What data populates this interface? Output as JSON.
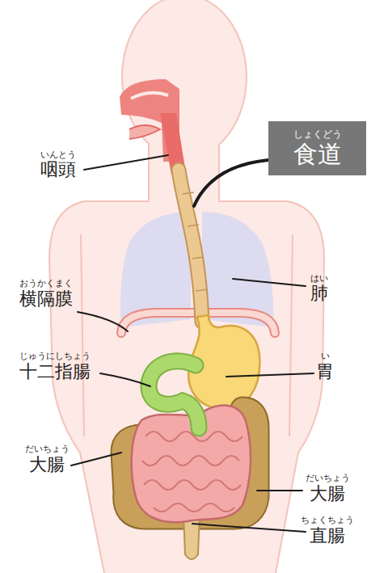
{
  "diagram": {
    "nodes": [
      {
        "text": [
          "しょくどう",
          "食道"
        ]
      }
    ],
    "labels": [
      "いんとう",
      "咽頭",
      "はい",
      "肺",
      "おうかくまく",
      "横隔膜",
      "じゅうにしちょう",
      "十二指腸",
      "い",
      "胃",
      "だいちょう",
      "大腸",
      "だいちょう",
      "大腸",
      "ちょくちょう",
      "直腸"
    ]
  }
}
